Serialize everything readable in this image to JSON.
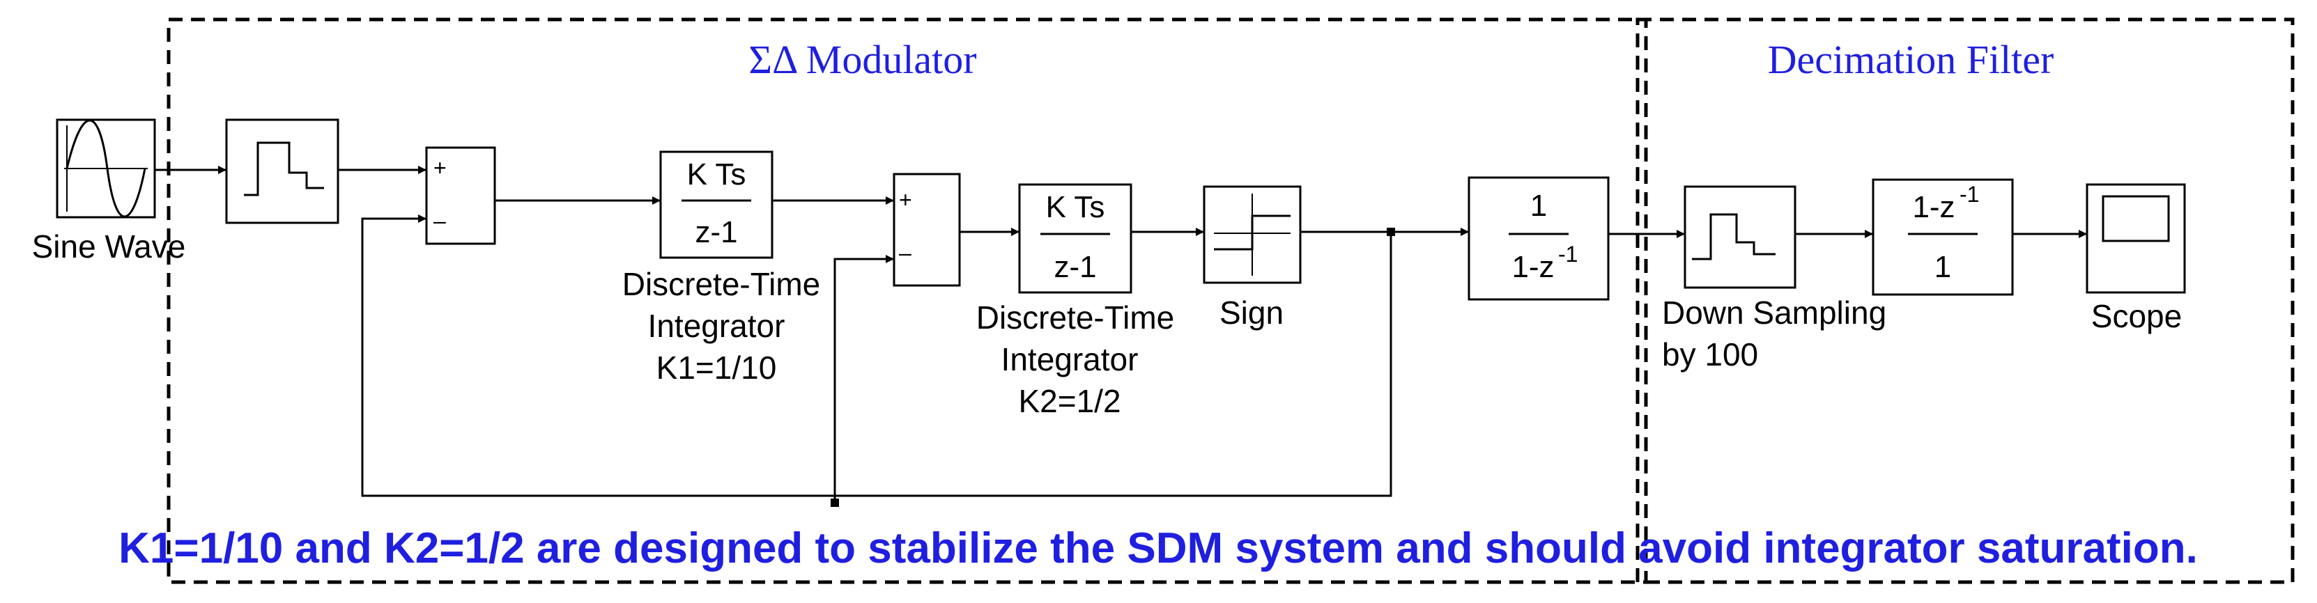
{
  "sections": {
    "modulator_title": "ΣΔ Modulator",
    "decimation_title": "Decimation Filter"
  },
  "blocks": {
    "sine_wave": {
      "label": "Sine Wave"
    },
    "sum1": {
      "plus": "+",
      "minus": "–"
    },
    "integrator1": {
      "num": "K Ts",
      "den": "z-1",
      "label": [
        "Discrete-Time",
        "Integrator",
        "K1=1/10"
      ]
    },
    "sum2": {
      "plus": "+",
      "minus": "–"
    },
    "integrator2": {
      "num": "K Ts",
      "den": "z-1",
      "label": [
        "Discrete-Time",
        "Integrator",
        "K2=1/2"
      ]
    },
    "sign": {
      "label": "Sign"
    },
    "accumulator": {
      "num": "1",
      "den": "1-z",
      "exp": "-1"
    },
    "down_sampling": {
      "label": [
        "Down Sampling",
        "by 100"
      ]
    },
    "differentiator": {
      "num": "1-z",
      "exp": "-1",
      "den": "1"
    },
    "scope": {
      "label": "Scope"
    }
  },
  "note": "K1=1/10 and K2=1/2 are designed to stabilize the SDM system and should avoid integrator saturation."
}
